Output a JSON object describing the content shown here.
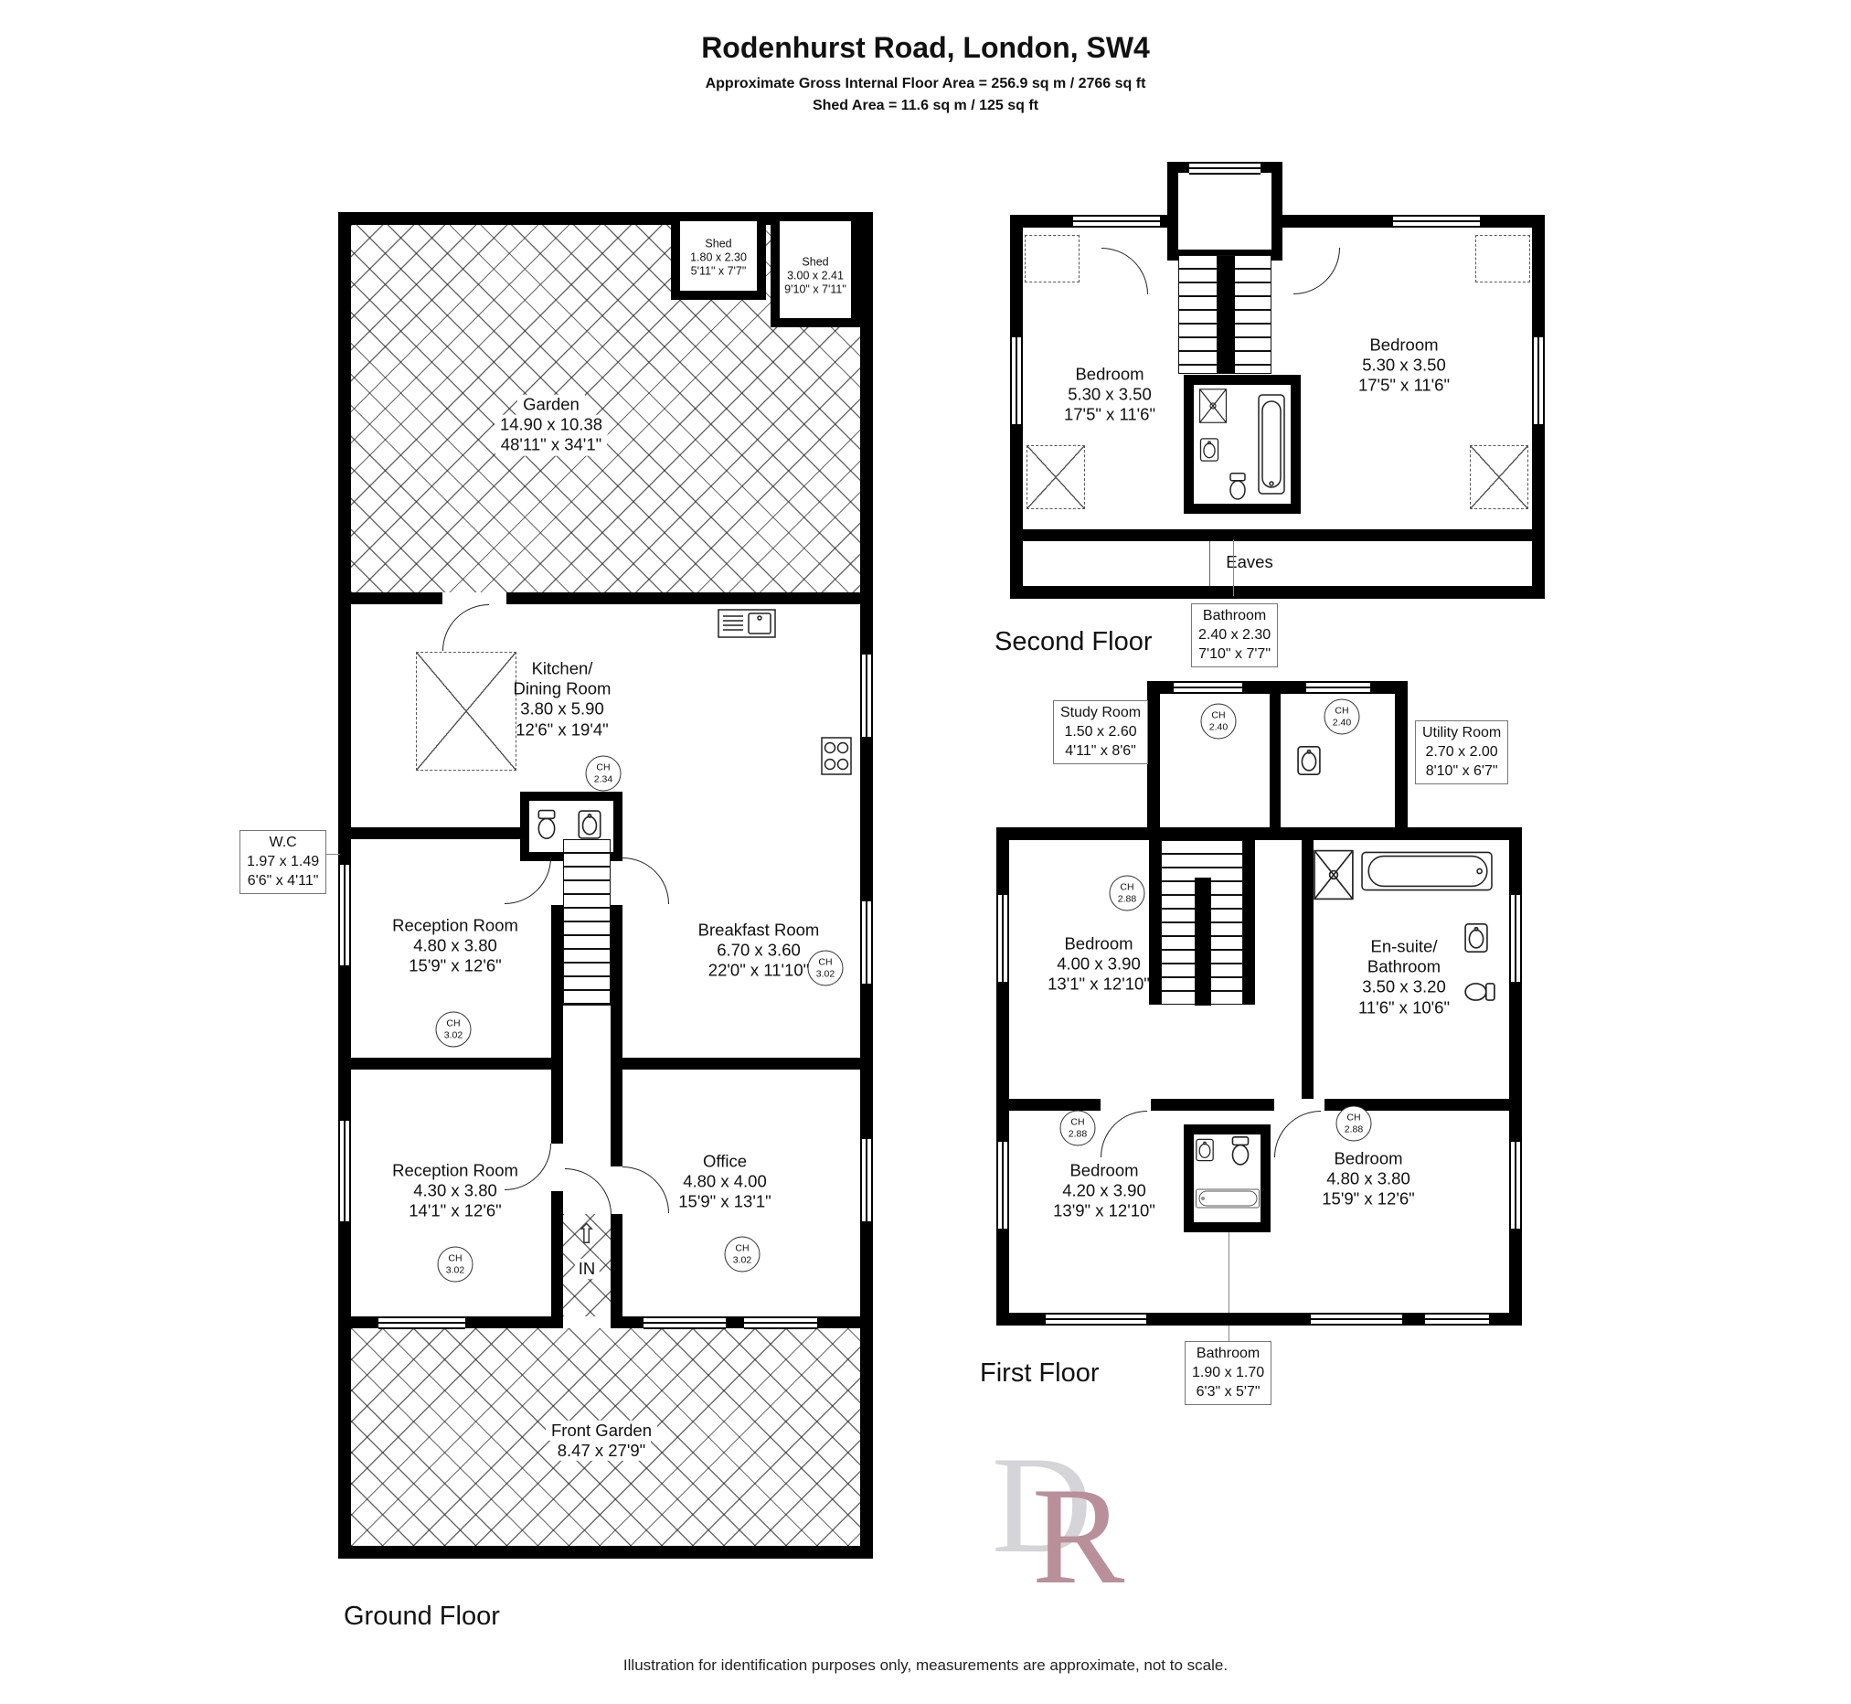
{
  "header": {
    "title": "Rodenhurst Road, London, SW4",
    "subtitle1": "Approximate Gross Internal Floor Area = 256.9 sq m / 2766 sq ft",
    "subtitle2": "Shed Area = 11.6 sq m / 125 sq ft"
  },
  "labels": {
    "ch": "CH",
    "in": "IN",
    "eaves": "Eaves"
  },
  "ground_floor": {
    "label": "Ground Floor",
    "garden": {
      "name": "Garden",
      "metric": "14.90 x 10.38",
      "imperial": "48'11\" x 34'1\""
    },
    "shed_small": {
      "name": "Shed",
      "metric": "1.80 x 2.30",
      "imperial": "5'11\" x 7'7\""
    },
    "shed_large": {
      "name": "Shed",
      "metric": "3.00 x 2.41",
      "imperial": "9'10\" x 7'11\""
    },
    "kitchen": {
      "name1": "Kitchen/",
      "name2": "Dining Room",
      "metric": "3.80 x 5.90",
      "imperial": "12'6\" x 19'4\"",
      "ch": "2.34"
    },
    "wc": {
      "name": "W.C",
      "metric": "1.97 x 1.49",
      "imperial": "6'6\" x 4'11\""
    },
    "reception1": {
      "name": "Reception Room",
      "metric": "4.80 x 3.80",
      "imperial": "15'9\" x 12'6\"",
      "ch": "3.02"
    },
    "breakfast": {
      "name": "Breakfast Room",
      "metric": "6.70 x 3.60",
      "imperial": "22'0\" x 11'10\"",
      "ch": "3.02"
    },
    "reception2": {
      "name": "Reception Room",
      "metric": "4.30 x 3.80",
      "imperial": "14'1\" x 12'6\"",
      "ch": "3.02"
    },
    "office": {
      "name": "Office",
      "metric": "4.80 x 4.00",
      "imperial": "15'9\" x 13'1\"",
      "ch": "3.02"
    },
    "front_garden": {
      "name": "Front Garden",
      "metric": "8.47 x 27'9\""
    }
  },
  "second_floor": {
    "label": "Second Floor",
    "bedroom_left": {
      "name": "Bedroom",
      "metric": "5.30 x 3.50",
      "imperial": "17'5\" x 11'6\""
    },
    "bedroom_right": {
      "name": "Bedroom",
      "metric": "5.30 x 3.50",
      "imperial": "17'5\" x 11'6\""
    },
    "bathroom": {
      "name": "Bathroom",
      "metric": "2.40 x 2.30",
      "imperial": "7'10\" x 7'7\""
    }
  },
  "first_floor": {
    "label": "First Floor",
    "study": {
      "name": "Study Room",
      "metric": "1.50 x 2.60",
      "imperial": "4'11\" x 8'6\""
    },
    "utility": {
      "name": "Utility Room",
      "metric": "2.70 x 2.00",
      "imperial": "8'10\" x 6'7\""
    },
    "landing_ch1": "2.40",
    "landing_ch2": "2.40",
    "bedroom_top": {
      "name": "Bedroom",
      "metric": "4.00 x 3.90",
      "imperial": "13'1\" x 12'10\"",
      "ch": "2.88"
    },
    "ensuite": {
      "name1": "En-suite/",
      "name2": "Bathroom",
      "metric": "3.50 x 3.20",
      "imperial": "11'6\" x 10'6\""
    },
    "bedroom_left": {
      "name": "Bedroom",
      "metric": "4.20 x 3.90",
      "imperial": "13'9\" x 12'10\"",
      "ch": "2.88"
    },
    "bedroom_right": {
      "name": "Bedroom",
      "metric": "4.80 x 3.80",
      "imperial": "15'9\" x 12'6\"",
      "ch": "2.88"
    },
    "bathroom": {
      "name": "Bathroom",
      "metric": "1.90 x 1.70",
      "imperial": "6'3\" x 5'7\""
    }
  },
  "logo": {
    "letter_d": "D",
    "letter_r": "R",
    "color_d": "#d5d4d8",
    "color_r": "#b9909a"
  },
  "footer": "Illustration for identification purposes only, measurements are approximate, not to scale."
}
